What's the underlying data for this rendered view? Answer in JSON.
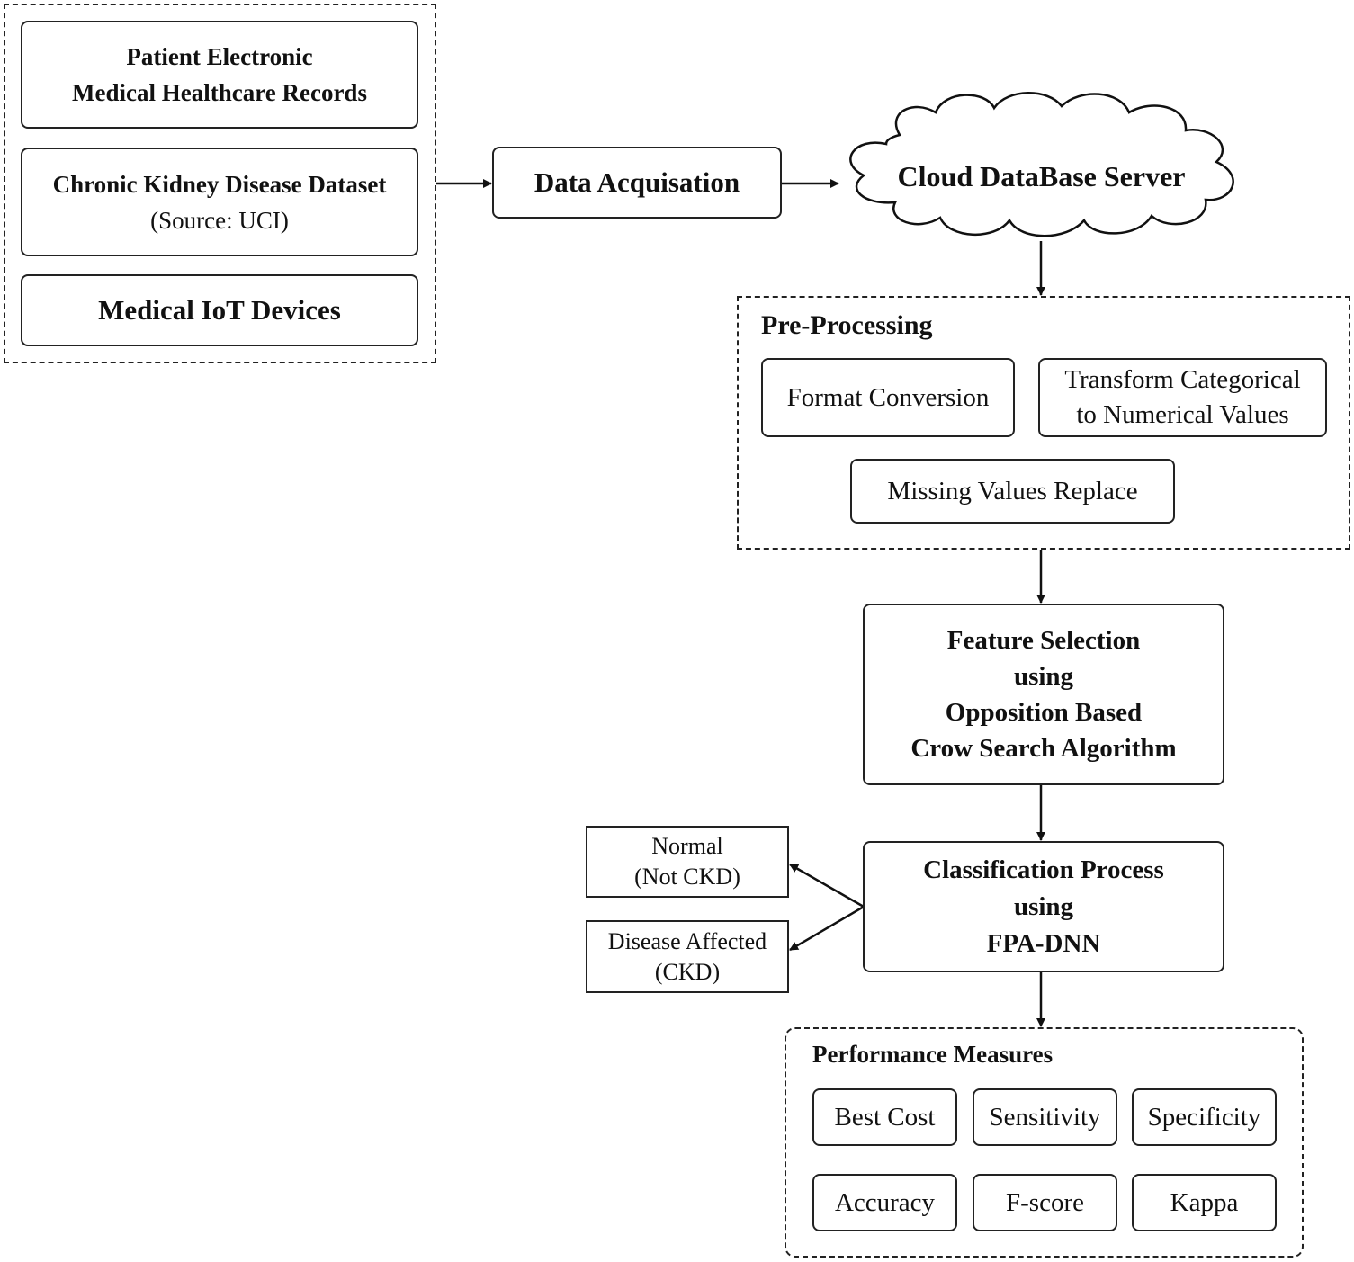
{
  "sources": {
    "ehr": {
      "lines": [
        "Patient Electronic",
        "Medical Healthcare Records"
      ]
    },
    "ckd_dataset": {
      "title": "Chronic Kidney Disease Dataset",
      "subtitle": "(Source: UCI)"
    },
    "iot": {
      "title": "Medical IoT Devices"
    }
  },
  "data_acquisition": {
    "label": "Data Acquisation"
  },
  "cloud": {
    "label": "Cloud DataBase Server"
  },
  "preprocessing": {
    "title": "Pre-Processing",
    "format_conversion": "Format Conversion",
    "transform": [
      "Transform Categorical",
      "to Numerical Values"
    ],
    "missing_values": "Missing Values Replace"
  },
  "feature_selection": {
    "lines": [
      "Feature Selection",
      "using",
      "Opposition Based",
      "Crow Search Algorithm"
    ]
  },
  "classification": {
    "lines": [
      "Classification Process",
      "using",
      "FPA-DNN"
    ]
  },
  "outputs": {
    "normal": [
      "Normal",
      "(Not CKD)"
    ],
    "disease": [
      "Disease Affected",
      "(CKD)"
    ]
  },
  "performance": {
    "title": "Performance Measures",
    "measures": [
      "Best Cost",
      "Sensitivity",
      "Specificity",
      "Accuracy",
      "F-score",
      "Kappa"
    ]
  }
}
